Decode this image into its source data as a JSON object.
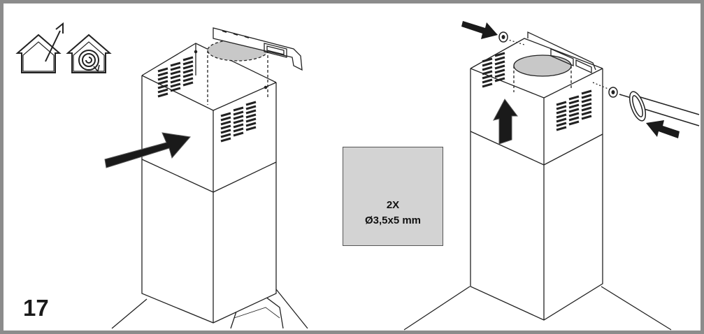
{
  "step": {
    "number": "17"
  },
  "screw_spec": {
    "quantity": "2X",
    "size": "Ø3,5x5 mm"
  },
  "icons": [
    "ducted-mode-icon",
    "recirculation-mode-icon",
    "screw-icon",
    "screwdriver-icon"
  ],
  "colors": {
    "frame": "#8c8c8c",
    "line": "#222222",
    "arrow": "#1a1a1a",
    "duct": "#c8c8c8",
    "screw_box": "#d3d3d3"
  }
}
